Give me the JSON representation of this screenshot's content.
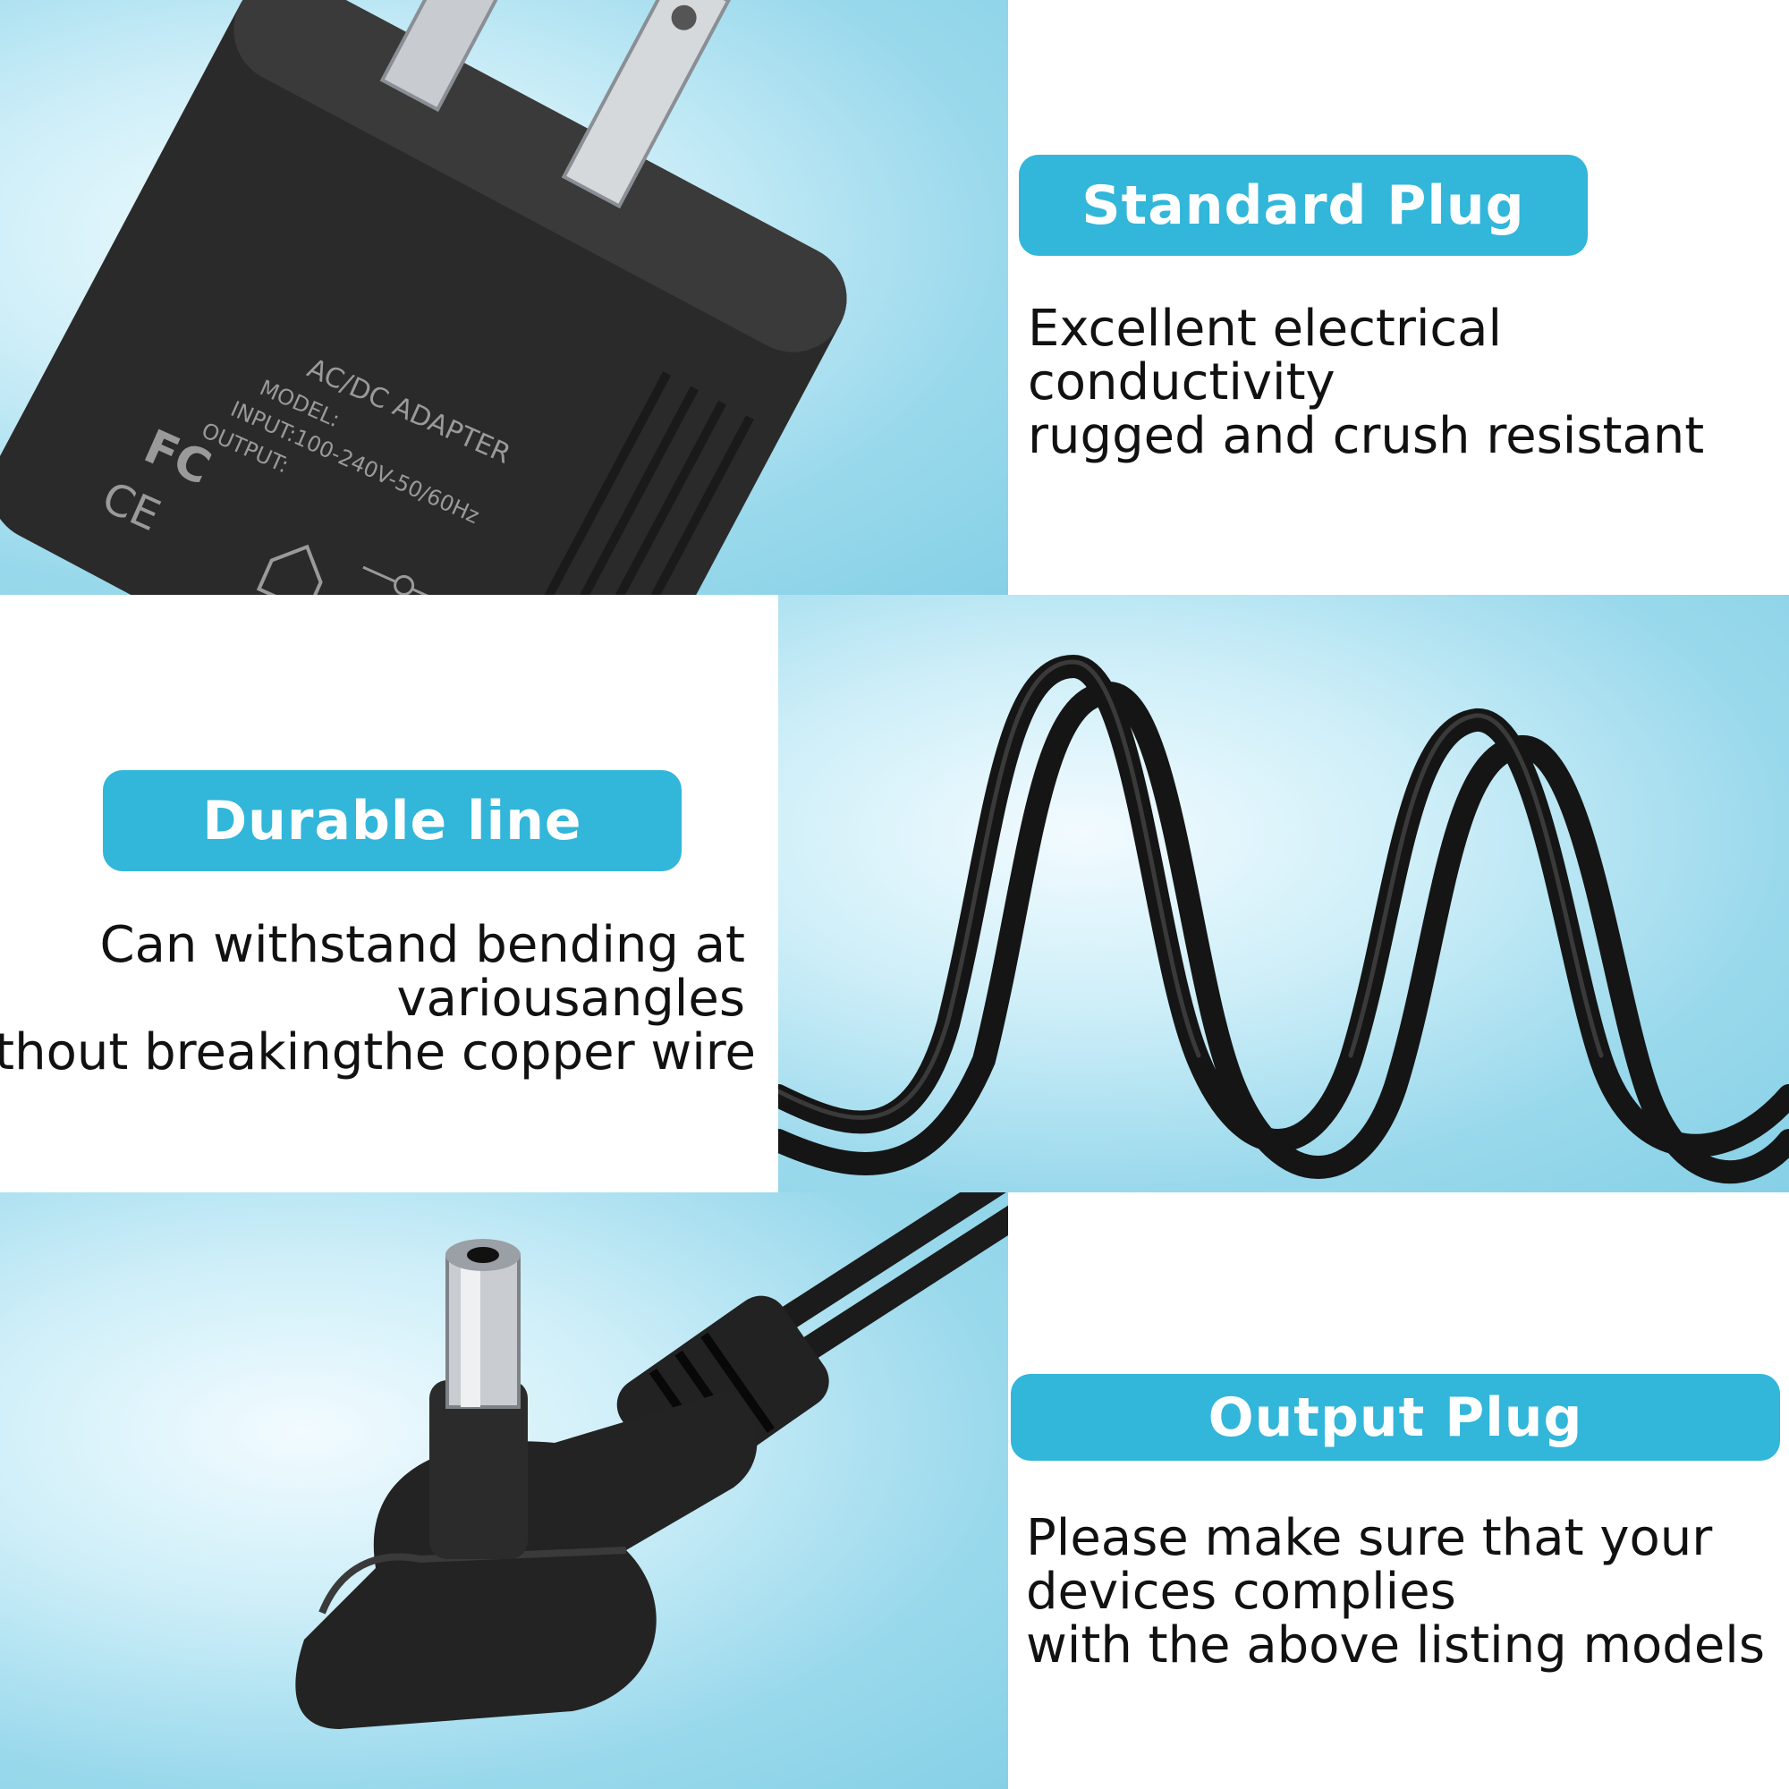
{
  "sections": [
    {
      "title": "Standard Plug",
      "lines": [
        "Excellent electrical",
        "conductivity",
        "rugged and crush resistant"
      ]
    },
    {
      "title": "Durable line",
      "lines": [
        "Can withstand bending at",
        "variousangles",
        "without breakingthe copper wire"
      ]
    },
    {
      "title": "Output Plug",
      "lines": [
        "Please make sure that your",
        "devices complies",
        "with the above listing models"
      ]
    }
  ],
  "adapter_label": {
    "heading": "AC/DC ADAPTER",
    "model": "MODEL:",
    "input": "INPUT:100-240V-50/60Hz",
    "output": "OUTPUT:",
    "fcc": "FC",
    "ce": "CE"
  },
  "colors": {
    "accent": "#32b6da",
    "background_blue": "#9ad9ec",
    "text": "#111111"
  },
  "icons": [
    "wall-adapter-image",
    "power-cable-image",
    "dc-barrel-plug-image",
    "fcc-mark-icon",
    "ce-mark-icon",
    "house-icon",
    "polarity-icon"
  ]
}
